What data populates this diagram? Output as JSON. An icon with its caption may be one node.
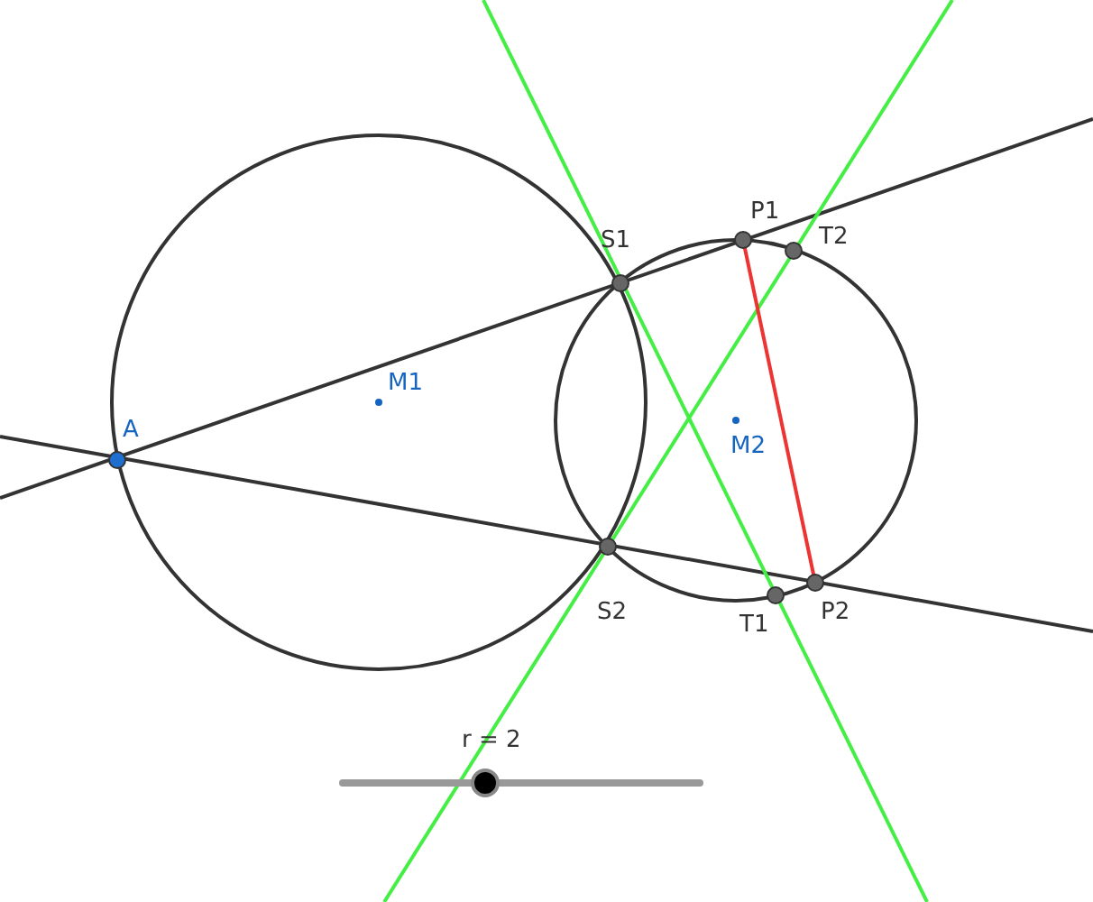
{
  "diagram": {
    "labels": [
      "S1",
      "P1",
      "T2",
      "M1",
      "A",
      "M2",
      "S2",
      "T1",
      "P2",
      "r = 2"
    ]
  }
}
